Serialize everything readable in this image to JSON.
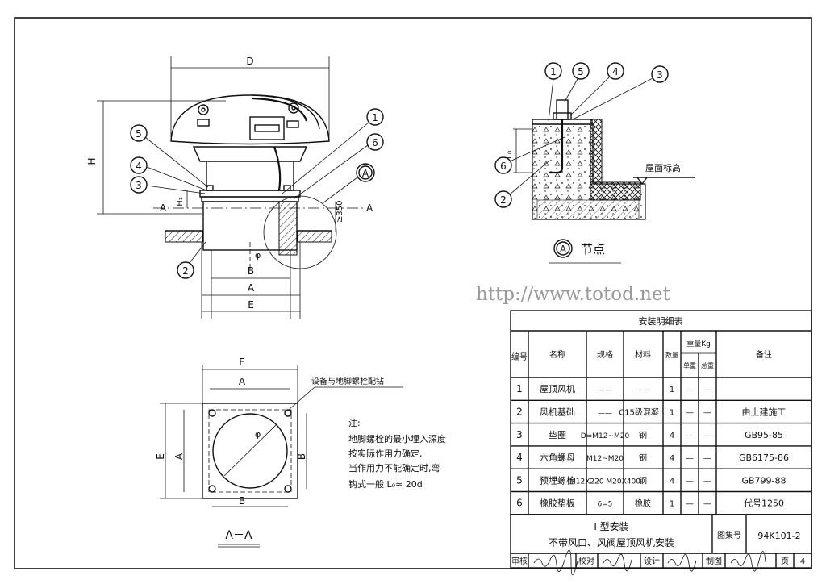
{
  "watermark": "http://www.totod.net",
  "elevation": {
    "dims": {
      "D": "D",
      "H": "H",
      "phi": "φ",
      "B": "B",
      "A": "A",
      "E": "E",
      "h1": "H₁",
      "h350": "≥350"
    },
    "section_marks": {
      "left": "A",
      "right": "A"
    },
    "balloons": [
      "1",
      "6",
      "5",
      "4",
      "3",
      "2"
    ],
    "detail_marker": "A"
  },
  "detail": {
    "balloons": [
      "1",
      "5",
      "4",
      "3",
      "6",
      "2"
    ],
    "roof_label": "屋面标高",
    "dim_L0": "L₀",
    "marker": "A",
    "caption": "节点"
  },
  "plan": {
    "dims": {
      "E_top": "E",
      "A_top": "A",
      "E_left": "E",
      "A_left": "A",
      "phi": "φ",
      "B_right": "B",
      "B_bottom": "B"
    },
    "bolt_note": "设备与地脚螺栓配钻",
    "section_title": "A－A"
  },
  "notes": {
    "heading": "注:",
    "lines": [
      "地脚螺栓的最小埋入深度",
      "按实际作用力确定,",
      "当作用力不能确定时,弯",
      "钩式一般 L₀≈ 20d"
    ]
  },
  "bom": {
    "title": "安装明细表",
    "headers": {
      "no": "编号",
      "name": "名称",
      "spec": "规格",
      "material": "材料",
      "qty": "数量",
      "weight": "重量Kg",
      "unit_w": "单重",
      "total_w": "总重",
      "remark": "备注"
    },
    "rows": [
      {
        "no": "1",
        "name": "屋顶风机",
        "spec": "——",
        "material": "——",
        "qty": "1",
        "unit_w": "—",
        "total_w": "—",
        "remark": ""
      },
      {
        "no": "2",
        "name": "风机基础",
        "spec": "——",
        "material": "C15级混凝土",
        "qty": "1",
        "unit_w": "—",
        "total_w": "—",
        "remark": "由土建施工"
      },
      {
        "no": "3",
        "name": "垫圈",
        "spec": "D=M12~M20",
        "material": "钢",
        "qty": "4",
        "unit_w": "—",
        "total_w": "—",
        "remark": "GB95-85"
      },
      {
        "no": "4",
        "name": "六角螺母",
        "spec": "M12~M20",
        "material": "钢",
        "qty": "4",
        "unit_w": "—",
        "total_w": "—",
        "remark": "GB6175-86"
      },
      {
        "no": "5",
        "name": "预埋螺栓",
        "spec": "M12X220 M20X400",
        "material": "钢",
        "qty": "4",
        "unit_w": "—",
        "total_w": "—",
        "remark": "GB799-88"
      },
      {
        "no": "6",
        "name": "橡胶垫板",
        "spec": "δ=5",
        "material": "橡胶",
        "qty": "1",
        "unit_w": "—",
        "total_w": "—",
        "remark": "代号1250"
      }
    ]
  },
  "title_block": {
    "type_line": "I 型安装",
    "title_line": "不带风口、风阀屋顶风机安装",
    "atlas_label": "图集号",
    "atlas_no": "94K101-2",
    "review_label": "审核",
    "check_label": "校对",
    "design_label": "设计",
    "draw_label": "制图",
    "page_label": "页",
    "page_no": "4"
  }
}
